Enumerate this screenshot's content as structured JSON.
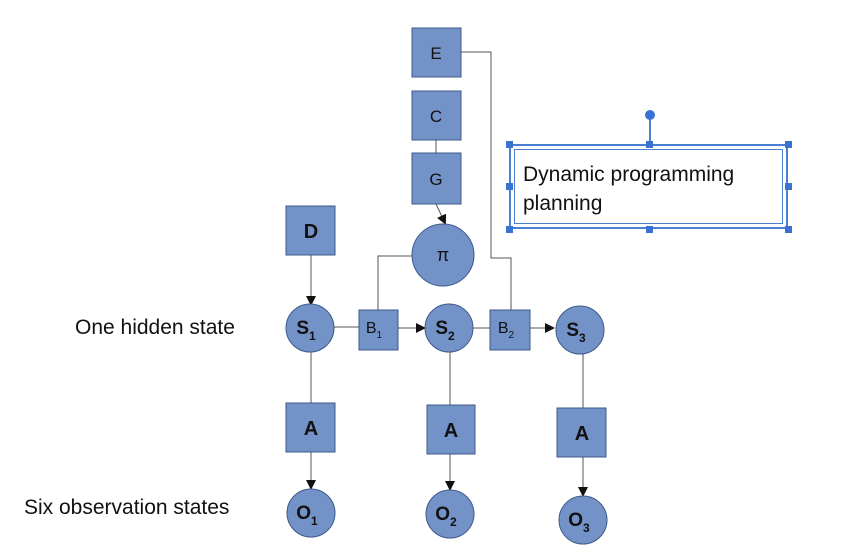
{
  "labels": {
    "hidden": "One hidden state",
    "observation": "Six observation states"
  },
  "annotation": {
    "text": "Dynamic programming planning"
  },
  "nodes": {
    "E": "E",
    "C": "C",
    "G": "G",
    "pi": "π",
    "D": "D",
    "S1": {
      "main": "S",
      "sub": "1"
    },
    "S2": {
      "main": "S",
      "sub": "2"
    },
    "S3": {
      "main": "S",
      "sub": "3"
    },
    "B1": {
      "main": "B",
      "sub": "1"
    },
    "B2": {
      "main": "B",
      "sub": "2"
    },
    "A1": "A",
    "A2": "A",
    "A3": "A",
    "O1": {
      "main": "O",
      "sub": "1"
    },
    "O2": {
      "main": "O",
      "sub": "2"
    },
    "O3": {
      "main": "O",
      "sub": "3"
    }
  },
  "colors": {
    "node": "#7392c8",
    "selection": "#3b72d1"
  }
}
